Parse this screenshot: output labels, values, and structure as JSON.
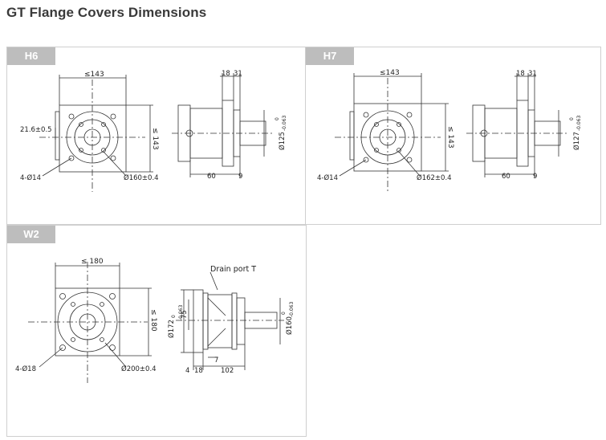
{
  "page": {
    "title": "GT Flange Covers Dimensions"
  },
  "panels": {
    "h6": {
      "tab": "H6",
      "front_top": "≤143",
      "front_side": "≤ 143",
      "front_left": "21.6±0.5",
      "bolts": "4-Ø14",
      "pcd": "Ø160±0.4",
      "top_a": "18",
      "top_b": "31",
      "pilot": "Ø125",
      "pilot_tol": "0",
      "pilot_tol2": "-0.063",
      "len_a": "60",
      "len_b": "9"
    },
    "h7": {
      "tab": "H7",
      "front_top": "≤143",
      "front_side": "≤ 143",
      "bolts": "4-Ø14",
      "pcd": "Ø162±0.4",
      "top_a": "18",
      "top_b": "31",
      "pilot": "Ø127",
      "pilot_tol": "0",
      "pilot_tol2": "-0.063",
      "len_a": "60",
      "len_b": "9"
    },
    "w2": {
      "tab": "W2",
      "front_top": "≤ 180",
      "front_side": "≤ 180",
      "bolts": "4-Ø18",
      "pcd": "Ø200±0.4",
      "drain": "Drain port T",
      "pilot_left": "Ø172",
      "pilot_left_tol": "0",
      "pilot_left_tol2": "-0.063",
      "dim_75": "75",
      "pilot_right": "Ø160",
      "pilot_right_tol": "0",
      "pilot_right_tol2": "-0.063",
      "dim_4": "4",
      "dim_18": "18",
      "dim_7": "7",
      "dim_102": "102"
    }
  }
}
